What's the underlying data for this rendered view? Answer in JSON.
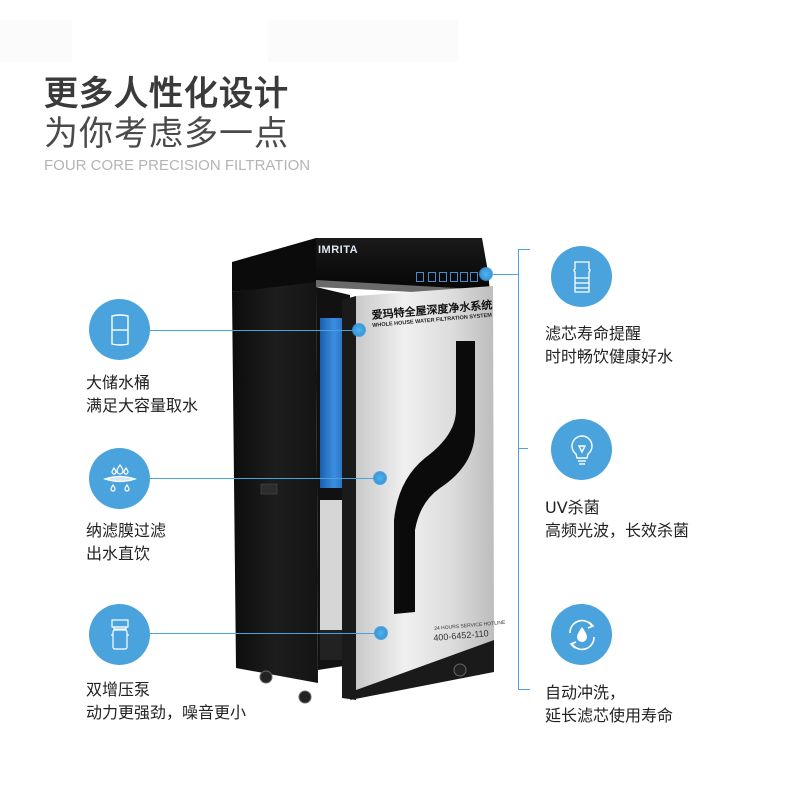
{
  "header": {
    "title": "更多人性化设计",
    "subtitle": "为你考虑多一点",
    "tagline": "FOUR CORE PRECISION FILTRATION"
  },
  "product": {
    "brand": "IMRITA",
    "panel_title_cn": "爱玛特全屋深度净水系统",
    "panel_title_en": "WHOLE HOUSE WATER FILTRATION SYSTEM",
    "hotline_label": "24 HOURS SERVICE HOTLINE",
    "hotline": "400-6452-110"
  },
  "features_left": [
    {
      "icon": "water-tank-icon",
      "line1": "大储水桶",
      "line2": "满足大容量取水"
    },
    {
      "icon": "nano-membrane-icon",
      "line1": "纳滤膜过滤",
      "line2": "出水直饮"
    },
    {
      "icon": "booster-pump-icon",
      "line1": "双增压泵",
      "line2": "动力更强劲，噪音更小"
    }
  ],
  "features_right": [
    {
      "icon": "filter-cartridge-icon",
      "line1": "滤芯寿命提醒",
      "line2": "时时畅饮健康好水"
    },
    {
      "icon": "light-bulb-icon",
      "line1": "UV杀菌",
      "line2": "高频光波，长效杀菌"
    },
    {
      "icon": "auto-flush-icon",
      "line1": "自动冲洗，",
      "line2": "延长滤芯使用寿命"
    }
  ],
  "colors": {
    "accent": "#4aa3dc",
    "title": "#3a3a3a",
    "tagline": "#b4b4b4",
    "body_text": "#222222"
  }
}
